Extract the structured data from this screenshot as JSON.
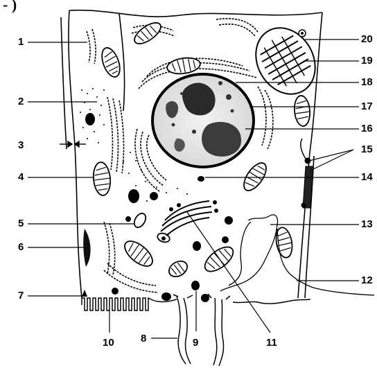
{
  "corner_text": "- )",
  "labels": {
    "l1": "1",
    "l2": "2",
    "l3": "3",
    "l4": "4",
    "l5": "5",
    "l6": "6",
    "l7": "7",
    "l8": "8",
    "l9": "9",
    "l10": "10",
    "l11": "11",
    "l12": "12",
    "l13": "13",
    "l14": "14",
    "l15": "15",
    "l16": "16",
    "l17": "17",
    "l18": "18",
    "l19": "19",
    "l20": "20"
  },
  "colors": {
    "ink": "#000000",
    "background": "#ffffff",
    "shade": "#3a3a3a"
  }
}
